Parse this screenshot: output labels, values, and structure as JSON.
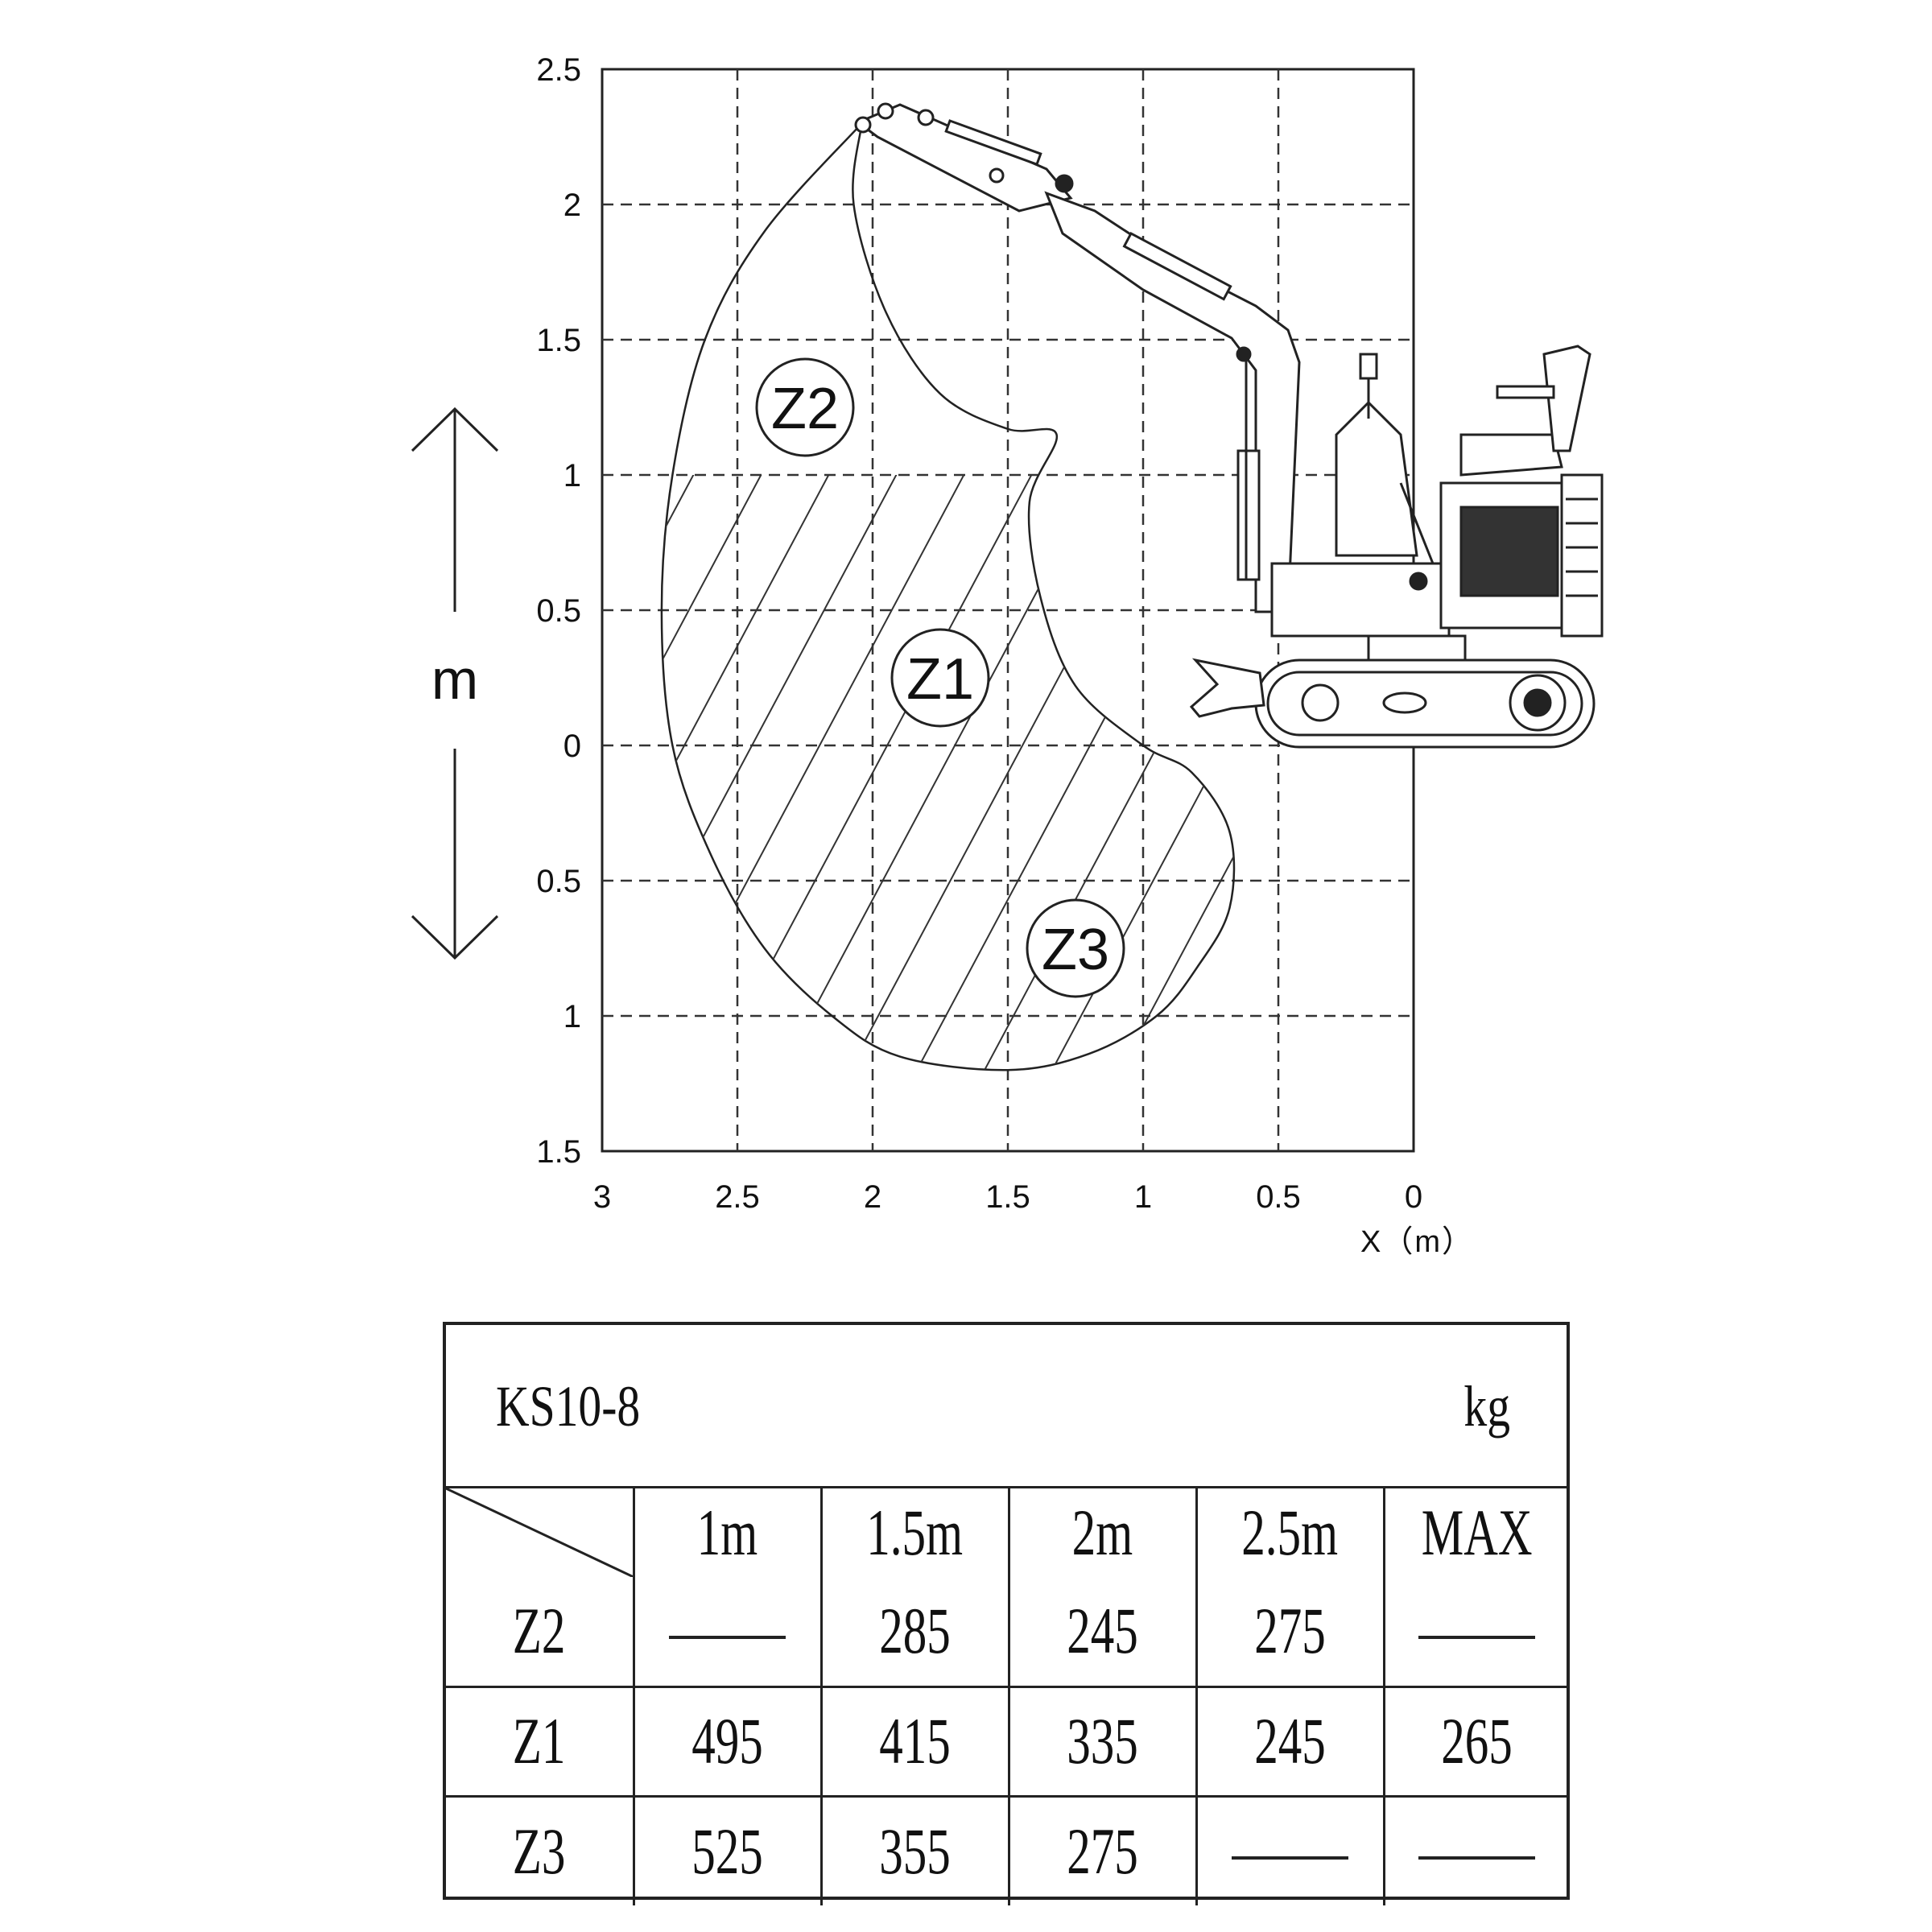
{
  "chart_data": {
    "type": "area",
    "xlabel": "X（m）",
    "ylabel": "m",
    "x_axis": {
      "min": 0,
      "max": 3,
      "reversed": true,
      "ticks": [
        "3",
        "2.5",
        "2",
        "1.5",
        "1",
        "0.5",
        "0"
      ]
    },
    "y_axis": {
      "min": -1.5,
      "max": 2.5,
      "ticks": [
        "2.5",
        "2",
        "1.5",
        "1",
        "0.5",
        "0",
        "0.5",
        "1",
        "1.5"
      ]
    },
    "grid": true,
    "zones": [
      {
        "name": "Z2",
        "label_at": {
          "x": 2.25,
          "y": 1.25
        }
      },
      {
        "name": "Z1",
        "label_at": {
          "x": 1.75,
          "y": 0.25
        }
      },
      {
        "name": "Z3",
        "label_at": {
          "x": 1.25,
          "y": -0.75
        }
      }
    ],
    "envelope": [
      {
        "x": 2.04,
        "y": 2.3
      },
      {
        "x": 2.4,
        "y": 1.9
      },
      {
        "x": 2.62,
        "y": 1.5
      },
      {
        "x": 2.74,
        "y": 1.0
      },
      {
        "x": 2.78,
        "y": 0.5
      },
      {
        "x": 2.74,
        "y": 0.0
      },
      {
        "x": 2.6,
        "y": -0.4
      },
      {
        "x": 2.4,
        "y": -0.75
      },
      {
        "x": 2.15,
        "y": -1.0
      },
      {
        "x": 1.9,
        "y": -1.15
      },
      {
        "x": 1.5,
        "y": -1.2
      },
      {
        "x": 1.2,
        "y": -1.14
      },
      {
        "x": 0.95,
        "y": -1.0
      },
      {
        "x": 0.8,
        "y": -0.82
      },
      {
        "x": 0.68,
        "y": -0.6
      },
      {
        "x": 0.68,
        "y": -0.32
      },
      {
        "x": 0.82,
        "y": -0.1
      },
      {
        "x": 1.0,
        "y": 0.0
      },
      {
        "x": 1.25,
        "y": 0.22
      },
      {
        "x": 1.38,
        "y": 0.55
      },
      {
        "x": 1.42,
        "y": 0.9
      },
      {
        "x": 1.32,
        "y": 1.15
      },
      {
        "x": 1.5,
        "y": 1.17
      },
      {
        "x": 1.75,
        "y": 1.3
      },
      {
        "x": 1.95,
        "y": 1.6
      },
      {
        "x": 2.07,
        "y": 2.0
      },
      {
        "x": 2.04,
        "y": 2.3
      }
    ],
    "z1_upper_boundary_y": 1.0
  },
  "table": {
    "model": "KS10-8",
    "unit": "kg",
    "columns": [
      "1m",
      "1.5m",
      "2m",
      "2.5m",
      "MAX"
    ],
    "rows": [
      {
        "zone": "Z2",
        "values": [
          "—",
          "285",
          "245",
          "275",
          "—"
        ]
      },
      {
        "zone": "Z1",
        "values": [
          "495",
          "415",
          "335",
          "245",
          "265"
        ]
      },
      {
        "zone": "Z3",
        "values": [
          "525",
          "355",
          "275",
          "—",
          "—"
        ]
      }
    ]
  }
}
